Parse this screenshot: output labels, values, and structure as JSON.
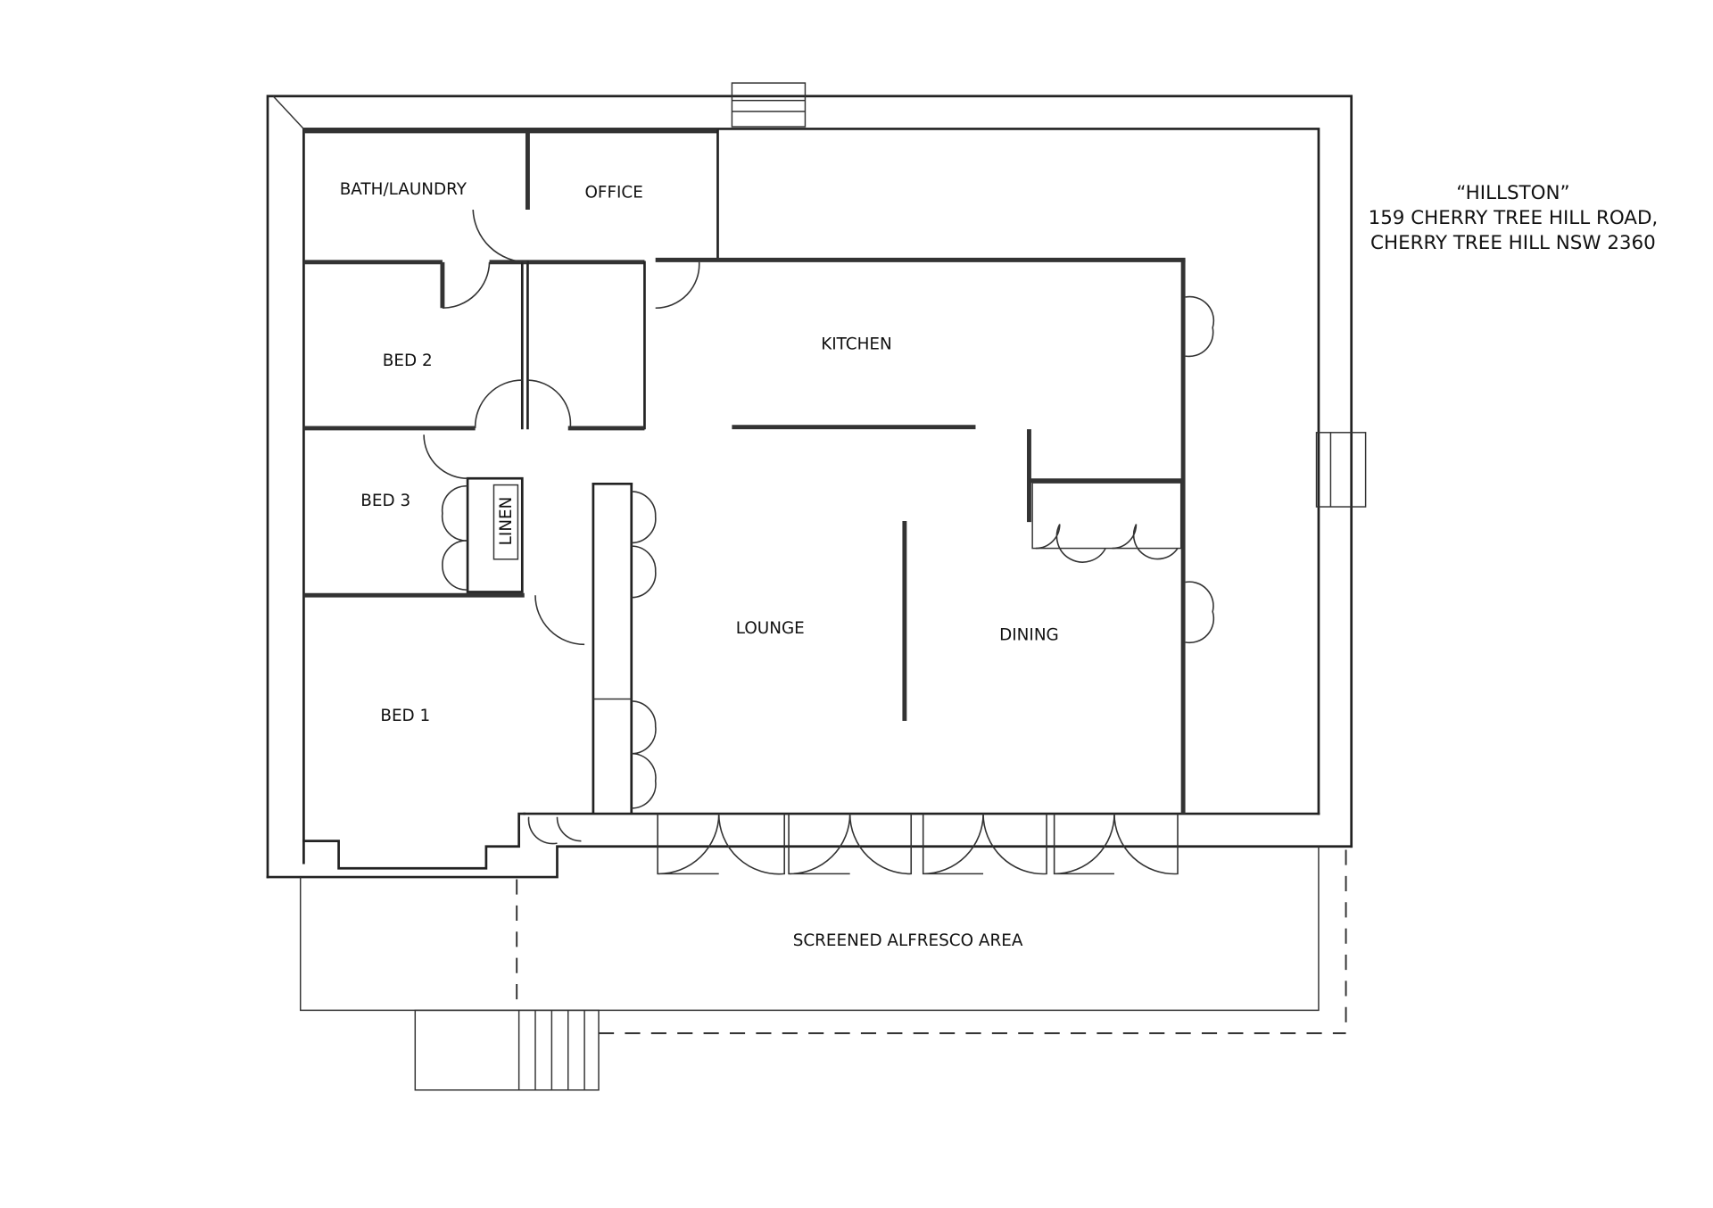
{
  "property": {
    "name": "“HILLSTON”",
    "address_line1": "159 CHERRY TREE HILL ROAD,",
    "address_line2": "CHERRY TREE HILL NSW 2360"
  },
  "rooms": {
    "bath_laundry": "BATH/LAUNDRY",
    "office": "OFFICE",
    "bed2": "BED 2",
    "bed3": "BED 3",
    "linen": "LINEN",
    "bed1": "BED 1",
    "kitchen": "KITCHEN",
    "lounge": "LOUNGE",
    "dining": "DINING",
    "alfresco": "SCREENED ALFRESCO AREA"
  }
}
